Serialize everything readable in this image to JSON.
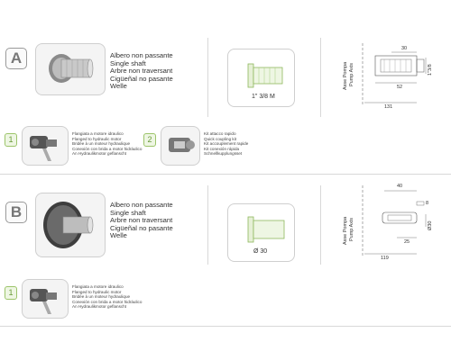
{
  "section_a": {
    "letter": "A",
    "descriptions": [
      "Albero non passante",
      "Single shaft",
      "Arbre non traversant",
      "Cigüeñal no pasante",
      "Welle"
    ],
    "shaft_label": "1\" 3/8 M",
    "drawing": {
      "axis_labels": [
        "Asse Pompa",
        "Pump Axis"
      ],
      "dim_30": "30",
      "dim_52": "52",
      "dim_131": "131",
      "dim_shaft": "1\"3/8"
    },
    "options": [
      {
        "number": "1",
        "lines": [
          "Flangiata a motore idraulico",
          "Flanged to hydraulic motor",
          "Bridée à un moteur hydraulique",
          "Conexión con brida a motor hidráulico",
          "An Hydraulikmotor geflanscht"
        ]
      },
      {
        "number": "2",
        "lines": [
          "Kit attacco rapido",
          "Quick coupling kit",
          "Kit accouplement rapide",
          "Kit conexión rápida",
          "Schnellkupplungsset"
        ]
      }
    ]
  },
  "section_b": {
    "letter": "B",
    "descriptions": [
      "Albero non passante",
      "Single shaft",
      "Arbre non traversant",
      "Cigüeñal no pasante",
      "Welle"
    ],
    "shaft_label": "Ø 30",
    "drawing": {
      "axis_labels": [
        "Asse Pompa",
        "Pump Axis"
      ],
      "dim_40": "40",
      "dim_8": "8",
      "dim_d30": "Ø30",
      "dim_25": "25",
      "dim_119": "119"
    },
    "options": [
      {
        "number": "1",
        "lines": [
          "Flangiata a motore idraulico",
          "Flanged to hydraulic motor",
          "Bridée à un moteur hydraulique",
          "Conexión con brida a motor hidráulico",
          "An Hydraulikmotor geflanscht"
        ]
      }
    ]
  },
  "colors": {
    "number_badge_border": "#9cc46a",
    "number_badge_text": "#6a9a3a",
    "divider": "#d8d8d8"
  }
}
